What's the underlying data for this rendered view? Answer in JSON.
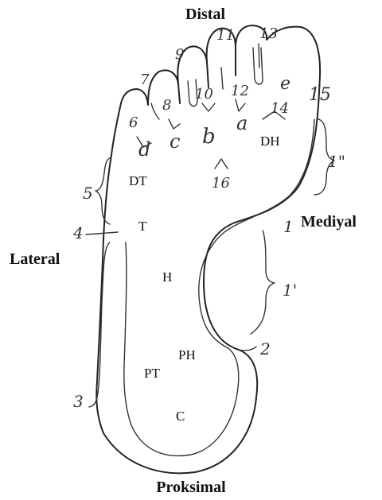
{
  "directions": {
    "distal": "Distal",
    "proximal": "Proksimal",
    "lateral": "Lateral",
    "medial": "Mediyal"
  },
  "regions": {
    "dt": "DT",
    "t": "T",
    "h": "H",
    "pt": "PT",
    "ph": "PH",
    "c": "C",
    "dh": "DH"
  },
  "toe_letters": {
    "a": "a",
    "b": "b",
    "c": "c",
    "d": "d",
    "e": "e"
  },
  "numbers": {
    "n1": "1",
    "n1_prime": "1'",
    "n1_double": "1\"",
    "n2": "2",
    "n3": "3",
    "n4": "4",
    "n5": "5",
    "n6": "6",
    "n7": "7",
    "n8": "8",
    "n9": "9",
    "n10": "10",
    "n11": "11",
    "n12": "12",
    "n13": "13",
    "n14": "14",
    "n15": "15",
    "n16": "16"
  }
}
